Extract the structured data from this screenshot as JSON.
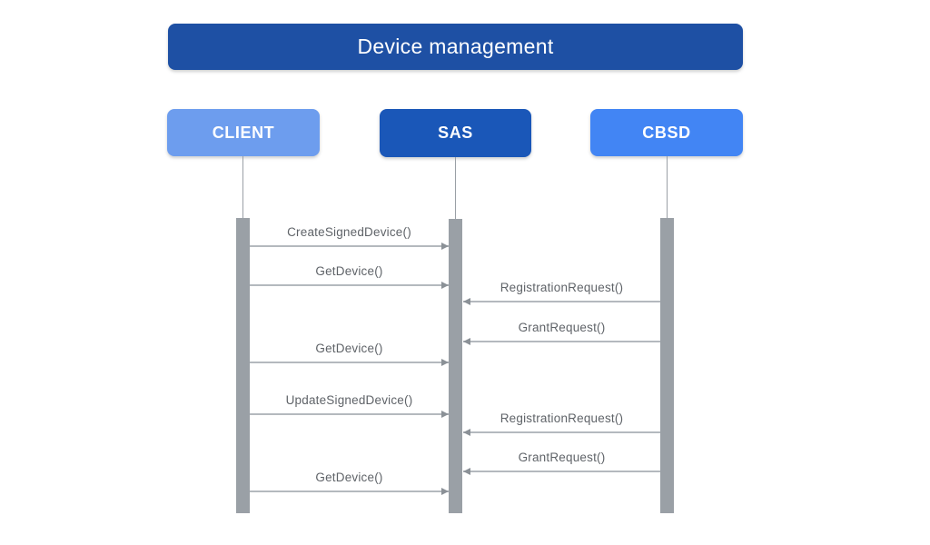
{
  "diagram": {
    "title": "Device management",
    "type": "sequence-diagram"
  },
  "actors": [
    {
      "name": "CLIENT",
      "bg": "#6D9DEE"
    },
    {
      "name": "SAS",
      "bg": "#1A57B8"
    },
    {
      "name": "CBSD",
      "bg": "#4285F4"
    }
  ],
  "messages": [
    {
      "label": "CreateSignedDevice()",
      "from": "CLIENT",
      "to": "SAS"
    },
    {
      "label": "GetDevice()",
      "from": "CLIENT",
      "to": "SAS"
    },
    {
      "label": "RegistrationRequest()",
      "from": "CBSD",
      "to": "SAS"
    },
    {
      "label": "GrantRequest()",
      "from": "CBSD",
      "to": "SAS"
    },
    {
      "label": "GetDevice()",
      "from": "CLIENT",
      "to": "SAS"
    },
    {
      "label": "UpdateSignedDevice()",
      "from": "CLIENT",
      "to": "SAS"
    },
    {
      "label": "RegistrationRequest()",
      "from": "CBSD",
      "to": "SAS"
    },
    {
      "label": "GrantRequest()",
      "from": "CBSD",
      "to": "SAS"
    },
    {
      "label": "GetDevice()",
      "from": "CLIENT",
      "to": "SAS"
    }
  ],
  "colors": {
    "title_bg": "#1E50A4",
    "client_bg": "#6D9DEE",
    "sas_bg": "#1A57B8",
    "cbsd_bg": "#4285F4",
    "lifeline": "#9AA0A6",
    "arrow_line": "#B4B9BE",
    "arrow_head": "#8B9197",
    "message_text": "#5F6368",
    "actor_text": "#FFFFFF"
  }
}
